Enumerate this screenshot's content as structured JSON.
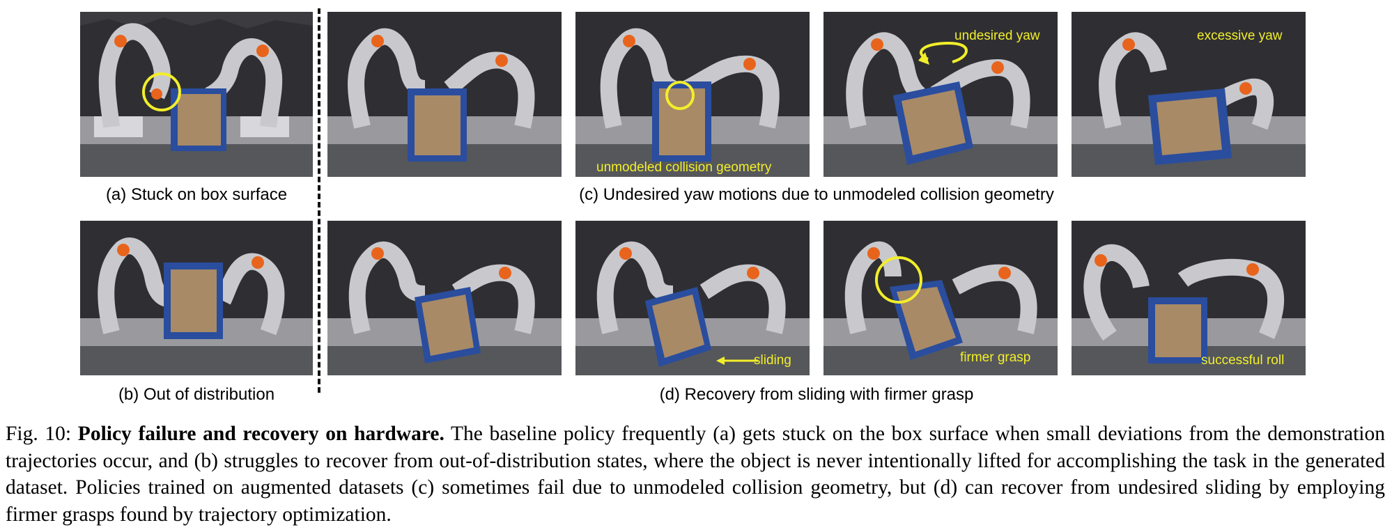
{
  "figure": {
    "sublabels": {
      "a": "(a) Stuck on box surface",
      "b": "(b) Out of distribution",
      "c": "(c) Undesired yaw motions due to unmodeled collision geometry",
      "d": "(d) Recovery from sliding with firmer grasp"
    },
    "overlays": {
      "c1": "unmodeled collision geometry",
      "c2": "undesired yaw",
      "c3": "excessive yaw",
      "d2": "sliding",
      "d3": "firmer grasp",
      "d4": "successful roll"
    },
    "colors": {
      "annotation": "#f2ee2a",
      "robot_accent": "#e8641c",
      "box": "#2a4d9e"
    }
  },
  "caption": {
    "label": "Fig. 10:",
    "title": "Policy failure and recovery on hardware.",
    "body": "The baseline policy frequently (a) gets stuck on the box surface when small deviations from the demonstration trajectories occur, and (b) struggles to recover from out-of-distribution states, where the object is never intentionally lifted for accomplishing the task in the generated dataset. Policies trained on augmented datasets (c) sometimes fail due to unmodeled collision geometry, but (d) can recover from undesired sliding by employing firmer grasps found by trajectory optimization."
  }
}
